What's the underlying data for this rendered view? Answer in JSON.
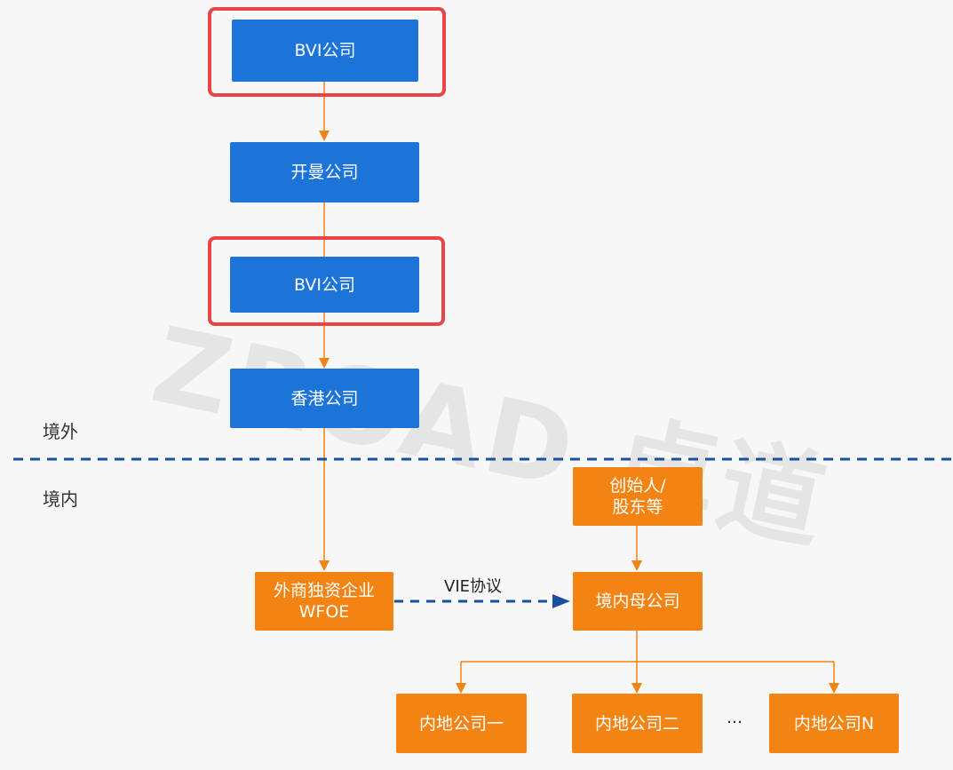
{
  "zones": {
    "overseas": "境外",
    "domestic": "境内"
  },
  "boxes": {
    "bvi_top": "BVI公司",
    "cayman": "开曼公司",
    "bvi_mid": "BVI公司",
    "hongkong": "香港公司",
    "founders": "创始人/\n股东等",
    "wfoe": "外商独资企业\nWFOE",
    "domestic_parent": "境内母公司",
    "sub1": "内地公司一",
    "sub2": "内地公司二",
    "subn": "内地公司N"
  },
  "edge_labels": {
    "vie": "VIE协议"
  },
  "ellipsis": "…",
  "watermark": "ZROAD 卓道",
  "colors": {
    "blue_box": "#1d74d8",
    "orange_box": "#f38312",
    "orange_arrow": "#f38312",
    "dashed_blue": "#1a4fa0",
    "highlight_red": "#ea4545"
  }
}
